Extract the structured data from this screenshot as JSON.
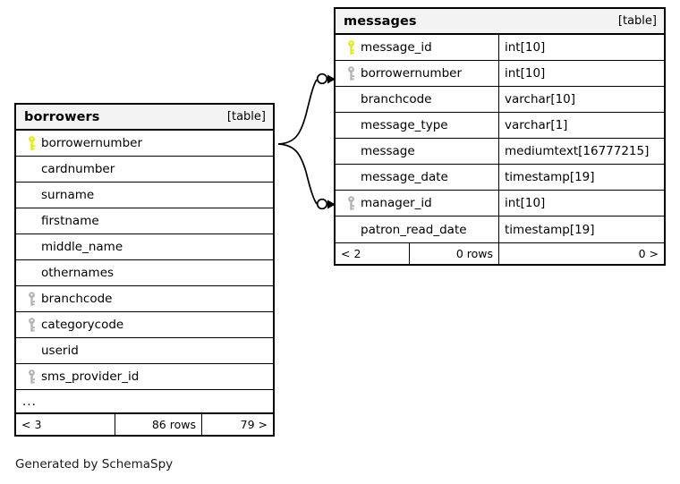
{
  "diagram": {
    "generator_caption": "Generated by SchemaSpy",
    "table_kind_label": "[table]",
    "colors": {
      "primary_key": "#e8e80b",
      "foreign_key": "#b3b3b3",
      "border": "#000000",
      "header_background": "#f3f3f3",
      "page_background": "#ffffff"
    }
  },
  "tables": [
    {
      "id": "borrowers",
      "name": "borrowers",
      "kind": "[table]",
      "show_type_column": false,
      "columns": [
        {
          "name": "borrowernumber",
          "type": "",
          "key": "primary"
        },
        {
          "name": "cardnumber",
          "type": "",
          "key": "none"
        },
        {
          "name": "surname",
          "type": "",
          "key": "none"
        },
        {
          "name": "firstname",
          "type": "",
          "key": "none"
        },
        {
          "name": "middle_name",
          "type": "",
          "key": "none"
        },
        {
          "name": "othernames",
          "type": "",
          "key": "none"
        },
        {
          "name": "branchcode",
          "type": "",
          "key": "foreign"
        },
        {
          "name": "categorycode",
          "type": "",
          "key": "foreign"
        },
        {
          "name": "userid",
          "type": "",
          "key": "none"
        },
        {
          "name": "sms_provider_id",
          "type": "",
          "key": "foreign"
        }
      ],
      "has_more_indicator": true,
      "more_indicator": "...",
      "footer": {
        "left": "< 3",
        "middle": "86 rows",
        "right": "79 >"
      }
    },
    {
      "id": "messages",
      "name": "messages",
      "kind": "[table]",
      "show_type_column": true,
      "columns": [
        {
          "name": "message_id",
          "type": "int[10]",
          "key": "primary"
        },
        {
          "name": "borrowernumber",
          "type": "int[10]",
          "key": "foreign"
        },
        {
          "name": "branchcode",
          "type": "varchar[10]",
          "key": "none"
        },
        {
          "name": "message_type",
          "type": "varchar[1]",
          "key": "none"
        },
        {
          "name": "message",
          "type": "mediumtext[16777215]",
          "key": "none"
        },
        {
          "name": "message_date",
          "type": "timestamp[19]",
          "key": "none"
        },
        {
          "name": "manager_id",
          "type": "int[10]",
          "key": "foreign"
        },
        {
          "name": "patron_read_date",
          "type": "timestamp[19]",
          "key": "none"
        }
      ],
      "has_more_indicator": false,
      "more_indicator": "",
      "footer": {
        "left": "< 2",
        "middle": "0 rows",
        "right": "0 >"
      }
    }
  ],
  "relationships": [
    {
      "from_table": "borrowers",
      "from_column": "borrowernumber",
      "to_table": "messages",
      "to_column": "borrowernumber"
    },
    {
      "from_table": "borrowers",
      "from_column": "borrowernumber",
      "to_table": "messages",
      "to_column": "manager_id"
    }
  ]
}
